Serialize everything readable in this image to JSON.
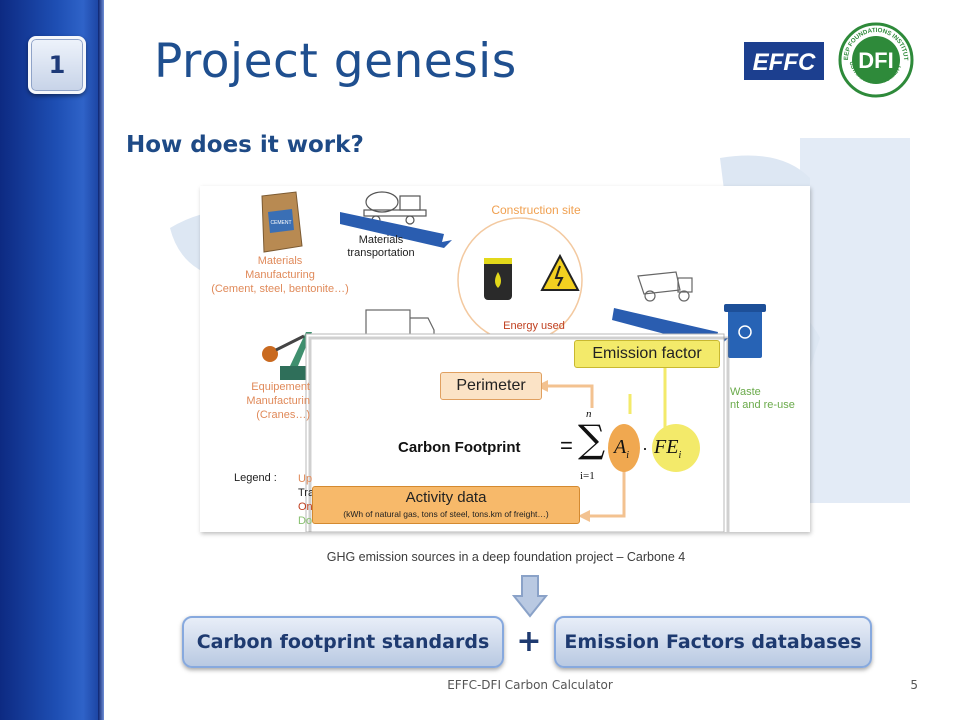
{
  "section_number": "1",
  "title": "Project genesis",
  "subtitle": "How does it work?",
  "logos": {
    "effc": "EFFC",
    "dfi": "DFI",
    "dfi_ring_top": "DEEP FOUNDATIONS INSTITUTE",
    "dfi_ring_bottom": "SUSTAINABILITY COMMITTEE"
  },
  "diagram": {
    "cement_bag": "CEMENT",
    "materials_manufacturing": [
      "Materials",
      "Manufacturing",
      "(Cement, steel, bentonite…)"
    ],
    "materials_transportation": [
      "Materials",
      "transportation"
    ],
    "construction_site": "Construction site",
    "energy_used": "Energy used",
    "equipment_manufacturing": [
      "Equipement",
      "Manufacturin",
      "(Cranes…)"
    ],
    "waste": [
      "Waste",
      "nt and re-use"
    ],
    "legend_label": "Legend :",
    "legend_items": [
      "Up",
      "Tra",
      "On",
      "Do"
    ],
    "emission_factor": "Emission factor",
    "perimeter": "Perimeter",
    "carbon_footprint": "Carbon Footprint",
    "equals": "=",
    "sum_top": "n",
    "sum_symbol": "∑",
    "sum_bottom": "i=1",
    "a_term": "A",
    "a_sub": "i",
    "dot": "·",
    "fe_term": "FE",
    "fe_sub": "i",
    "activity_data": "Activity data",
    "activity_detail": "(kWh of natural gas, tons of steel, tons.km of freight…)"
  },
  "caption": "GHG emission sources in a deep foundation project – Carbone 4",
  "left_box": "Carbon footprint standards",
  "plus": "+",
  "right_box": "Emission Factors databases",
  "footer": "EFFC-DFI Carbon Calculator",
  "page_number": "5",
  "colors": {
    "sidebar": "#1e4fb4",
    "title": "#1f4f8f",
    "orange": "#f0a850",
    "yellow": "#f3ea6a",
    "blue_arrow": "#2a5db0",
    "green_legend": "#88c070"
  }
}
